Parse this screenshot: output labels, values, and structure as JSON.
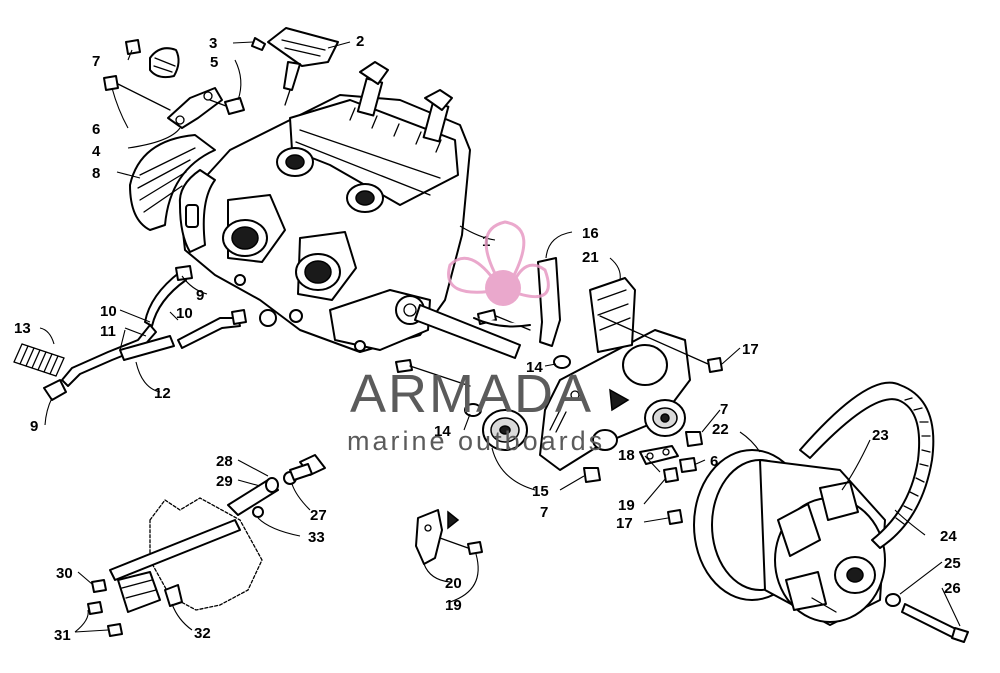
{
  "watermark": {
    "brand": "ARMADA",
    "tagline": "marine outboards",
    "logo_color": "#e79ac4",
    "text_color": "#5b5b5b"
  },
  "callouts": {
    "c1": "1",
    "c2": "2",
    "c3": "3",
    "c4": "4",
    "c5": "5",
    "c6a": "6",
    "c6b": "6",
    "c7a": "7",
    "c7b": "7",
    "c7c": "7",
    "c8": "8",
    "c9a": "9",
    "c9b": "9",
    "c10a": "10",
    "c10b": "10",
    "c11": "11",
    "c12": "12",
    "c13": "13",
    "c14a": "14",
    "c14b": "14",
    "c15": "15",
    "c16": "16",
    "c17a": "17",
    "c17b": "17",
    "c18": "18",
    "c19a": "19",
    "c19b": "19",
    "c20": "20",
    "c21": "21",
    "c22": "22",
    "c23": "23",
    "c24": "24",
    "c25": "25",
    "c26": "26",
    "c27": "27",
    "c28": "28",
    "c29": "29",
    "c30": "30",
    "c31": "31",
    "c32": "32",
    "c33": "33"
  }
}
